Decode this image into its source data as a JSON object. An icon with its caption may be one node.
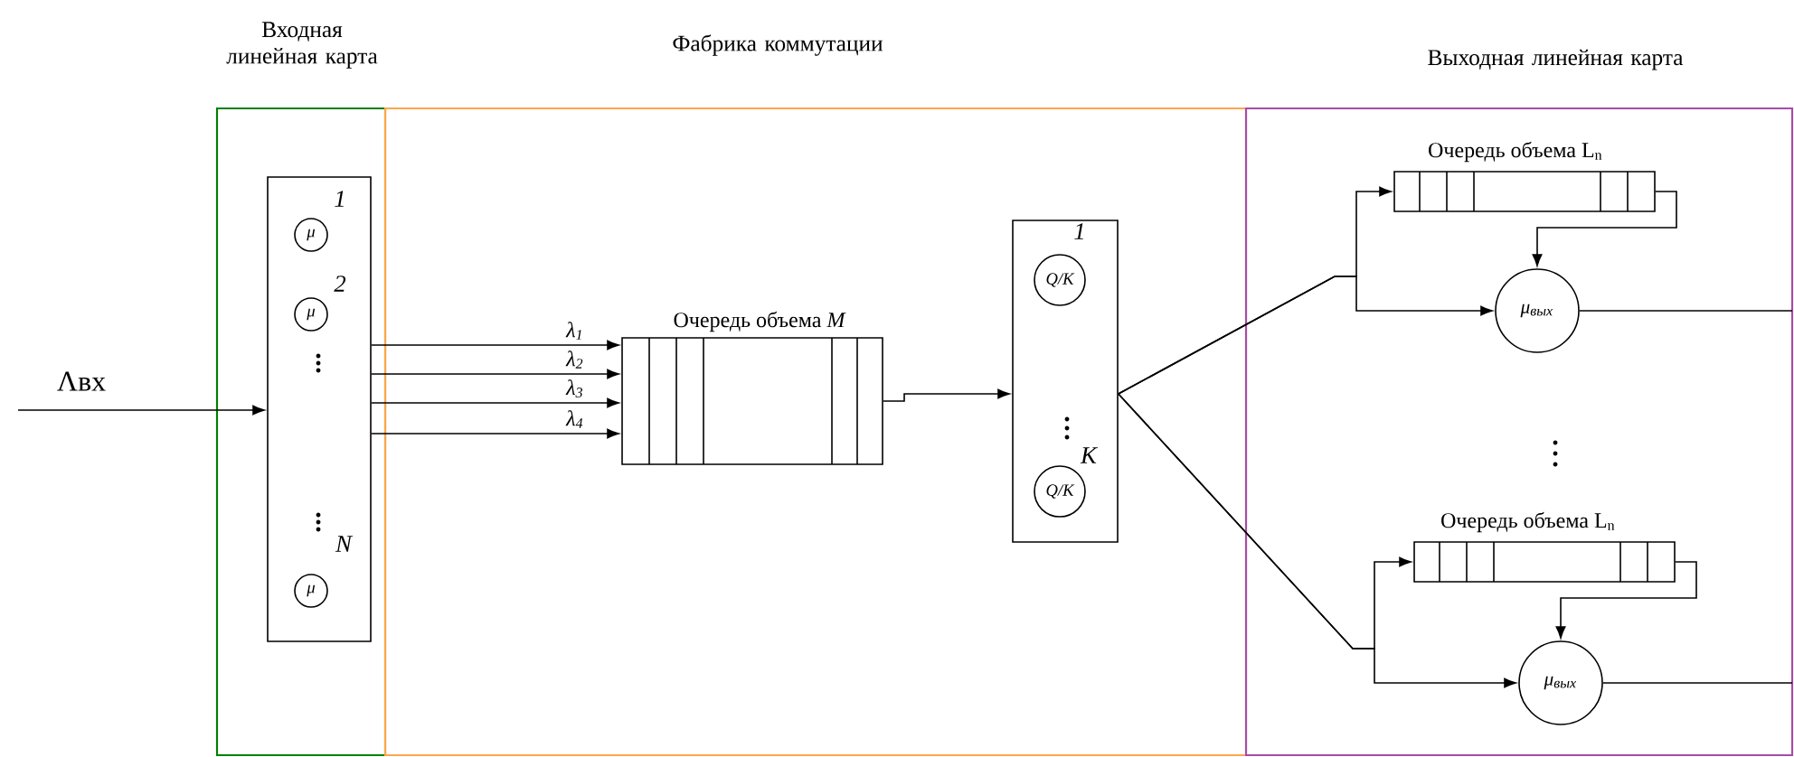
{
  "diagram": {
    "nodes": [
      {
        "text": [
          "Входная линейная карта"
        ]
      },
      {
        "text": [
          "Фабрика коммутации"
        ]
      },
      {
        "text": [
          "Выходная линейная карта"
        ]
      },
      {
        "text": [],
        "shape": "box",
        "in": 0
      },
      {
        "text": [
          "μ"
        ],
        "beside": [
          "1"
        ],
        "in": 3
      },
      {
        "text": [
          "μ"
        ],
        "beside": [
          "2"
        ],
        "in": 3
      },
      {
        "text": [
          "μ"
        ],
        "beside": [
          "N"
        ],
        "in": 3
      },
      {
        "text": [
          "Очередь объема *M*"
        ],
        "in": 1
      },
      {
        "text": [],
        "shape": "box",
        "in": 1
      },
      {
        "text": [
          "Q/K"
        ],
        "beside": [
          "1"
        ],
        "in": 8
      },
      {
        "text": [
          "Q/K"
        ],
        "beside": [
          "K"
        ],
        "in": 8
      },
      {
        "text": [
          "Очередь объема L$_{n}$"
        ],
        "in": 2
      },
      {
        "text": [
          "μ$_{вых}$"
        ],
        "in": 2
      },
      {
        "text": [
          "Очередь объема L$_{n}$"
        ],
        "in": 2
      },
      {
        "text": [
          "μ$_{вых}$"
        ],
        "in": 2
      }
    ],
    "edges": [
      {
        "from": null,
        "to": 3,
        "arrow": "to",
        "label": "Λвх"
      },
      {
        "from": 3,
        "to": 7,
        "arrow": "to",
        "label": "λ$_{1}$"
      },
      {
        "from": 3,
        "to": 7,
        "arrow": "to",
        "label": "λ$_{2}$"
      },
      {
        "from": 3,
        "to": 7,
        "arrow": "to",
        "label": "λ$_{3}$"
      },
      {
        "from": 3,
        "to": 7,
        "arrow": "to",
        "label": "λ$_{4}$"
      },
      {
        "from": 7,
        "to": 8,
        "arrow": "to"
      },
      {
        "from": 8,
        "to": 11,
        "arrow": "to"
      },
      {
        "from": 8,
        "to": 12,
        "arrow": "to"
      },
      {
        "from": 8,
        "to": 13,
        "arrow": "to"
      },
      {
        "from": 8,
        "to": 14,
        "arrow": "to"
      },
      {
        "from": 11,
        "to": 12,
        "arrow": "to"
      },
      {
        "from": 13,
        "to": 14,
        "arrow": "to"
      },
      {
        "from": 12,
        "to": null,
        "arrow": "none"
      },
      {
        "from": 14,
        "to": null,
        "arrow": "none"
      }
    ]
  }
}
